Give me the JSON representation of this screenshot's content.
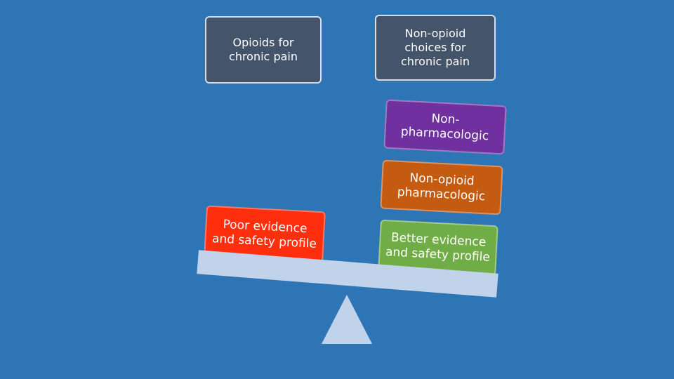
{
  "header_left": {
    "line1": "Opioids for",
    "line2": "chronic pain"
  },
  "header_right": {
    "line1": "Non-opioid",
    "line2": "choices for",
    "line3": "chronic pain"
  },
  "right_stack": [
    {
      "line1": "Non-",
      "line2": "pharmacologic",
      "color": "#7030a0"
    },
    {
      "line1": "Non-opioid",
      "line2": "pharmacologic",
      "color": "#c55a11"
    },
    {
      "line1": "Better evidence",
      "line2": "and safety profile",
      "color": "#70ad47"
    }
  ],
  "left_weight": {
    "line1": "Poor evidence",
    "line2": "and safety profile",
    "color": "#ff2e0c"
  },
  "colors": {
    "background": "#2e75b5",
    "header_fill": "#44546a",
    "beam": "#c0d3eb",
    "fulcrum": "#c0d3eb"
  }
}
